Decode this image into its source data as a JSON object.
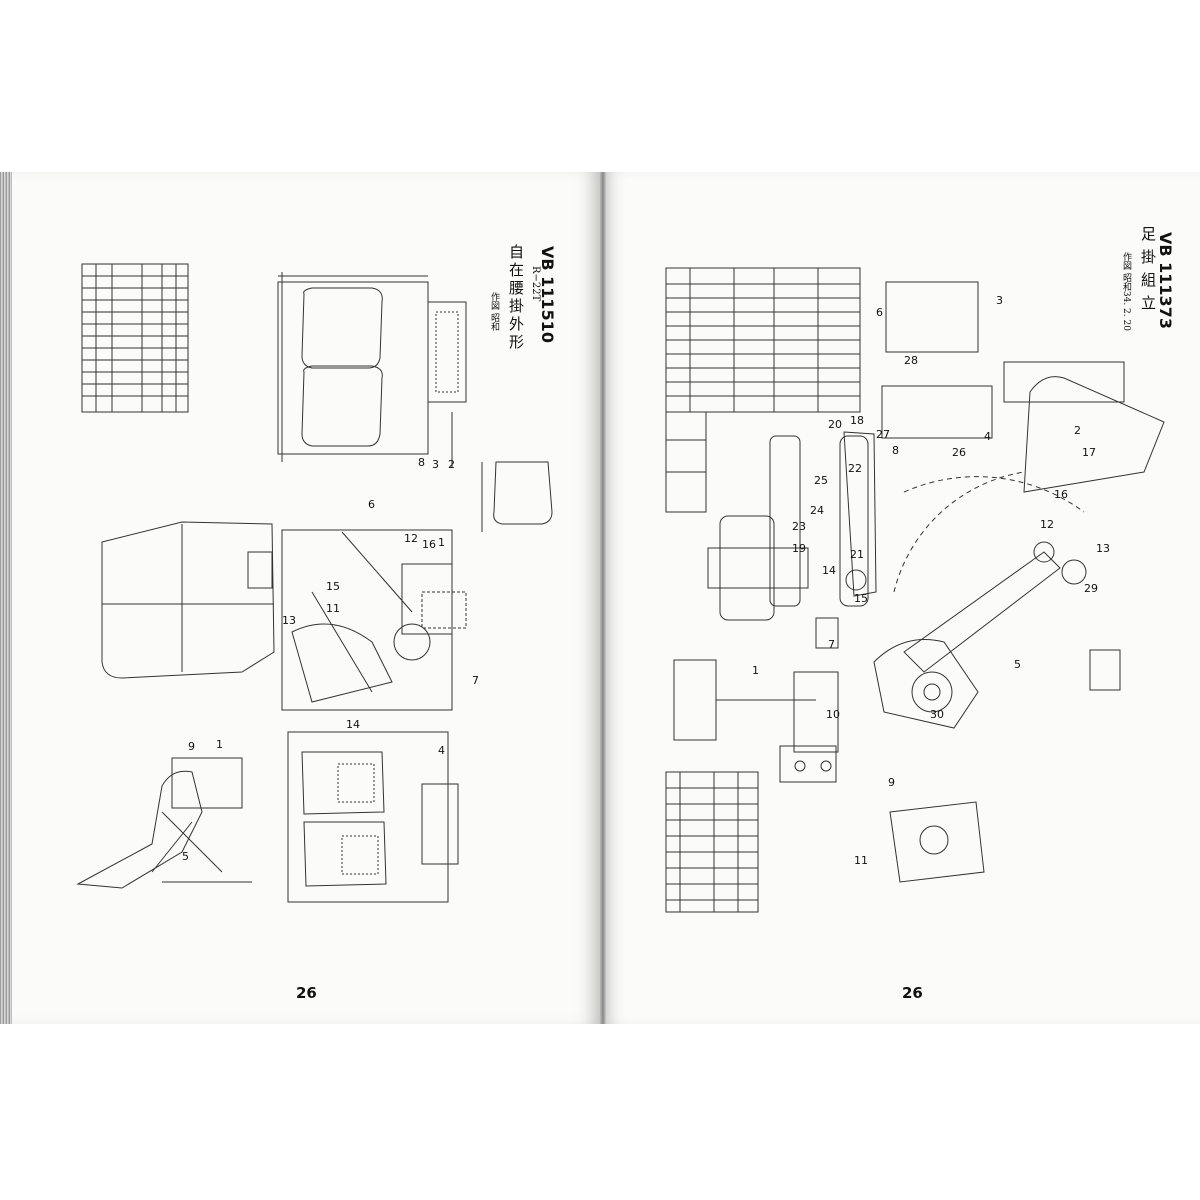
{
  "left_page": {
    "title": "自在腰掛外形",
    "model": "R−22T",
    "drawing_number": "VB 111510",
    "drafter": "作図 昭和",
    "page_number": "26",
    "callouts": [
      "1",
      "3",
      "4",
      "5",
      "6",
      "7",
      "8",
      "9",
      "11",
      "12",
      "13",
      "14",
      "15",
      "16"
    ]
  },
  "right_page": {
    "title": "足掛組立",
    "date": "作図 昭和34. 2. 20",
    "drawing_number": "VB 111373",
    "page_number": "26",
    "callouts": [
      "1",
      "2",
      "3",
      "4",
      "5",
      "6",
      "7",
      "8",
      "9",
      "10",
      "11",
      "12",
      "13",
      "14",
      "15",
      "16",
      "17",
      "18",
      "19",
      "20",
      "21",
      "22",
      "23",
      "24",
      "25",
      "26",
      "27",
      "28",
      "29",
      "30"
    ]
  }
}
